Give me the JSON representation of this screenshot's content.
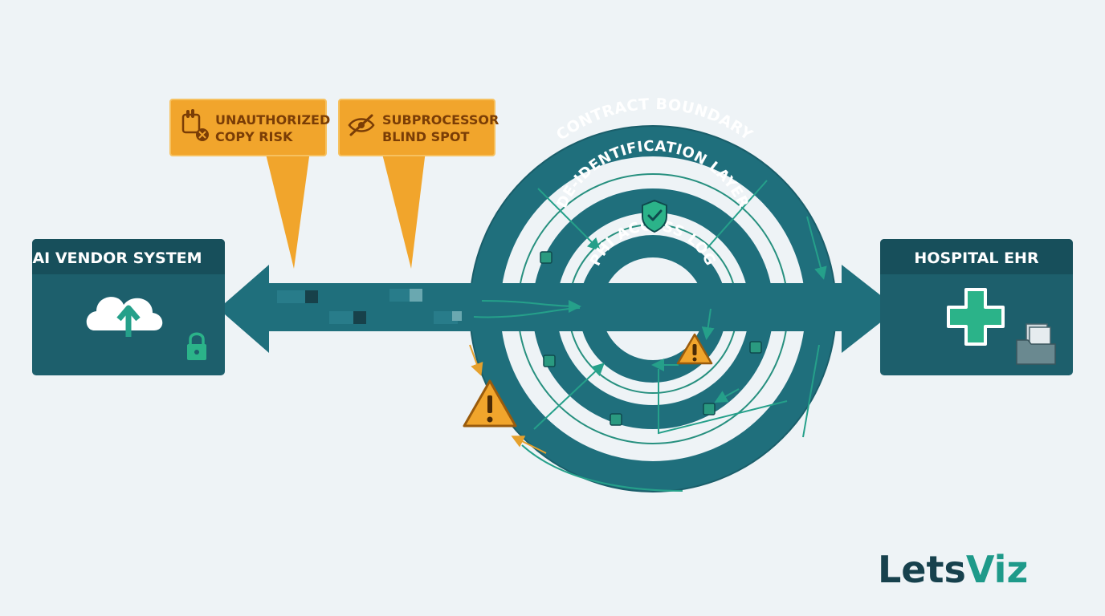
{
  "vendor_box": {
    "title": "AI VENDOR SYSTEM"
  },
  "hospital_box": {
    "title": "HOSPITAL EHR"
  },
  "callouts": [
    {
      "line1": "UNAUTHORIZED",
      "line2": "COPY RISK",
      "icon": "hand-block-icon"
    },
    {
      "line1": "SUBPROCESSOR",
      "line2": "BLIND SPOT",
      "icon": "eye-slash-icon"
    }
  ],
  "rings": {
    "outer": "CONTRACT BOUNDARY",
    "middle": "DE-IDENTIFICATION LAYER",
    "inner": "PHI ACCESS LOG"
  },
  "brand": {
    "part1": "Lets",
    "part2": "Viz"
  },
  "colors": {
    "teal_dark": "#1d5f6c",
    "teal_ring": "#1f6f7c",
    "teal_accent": "#25a08a",
    "warning": "#f1a52c",
    "background": "#eef3f6"
  }
}
